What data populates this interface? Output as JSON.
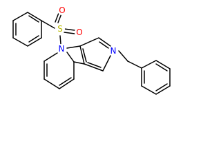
{
  "molecule": {
    "atoms": {
      "S": {
        "symbol": "S",
        "color": "#b8b800"
      },
      "O1": {
        "symbol": "O",
        "color": "#ff0000"
      },
      "O2": {
        "symbol": "O",
        "color": "#ff0000"
      },
      "N4": {
        "symbol": "N",
        "color": "#0000ff"
      },
      "N2": {
        "symbol": "N",
        "color": "#0000ff"
      }
    },
    "bond_color": "#000000",
    "background": "#ffffff"
  }
}
